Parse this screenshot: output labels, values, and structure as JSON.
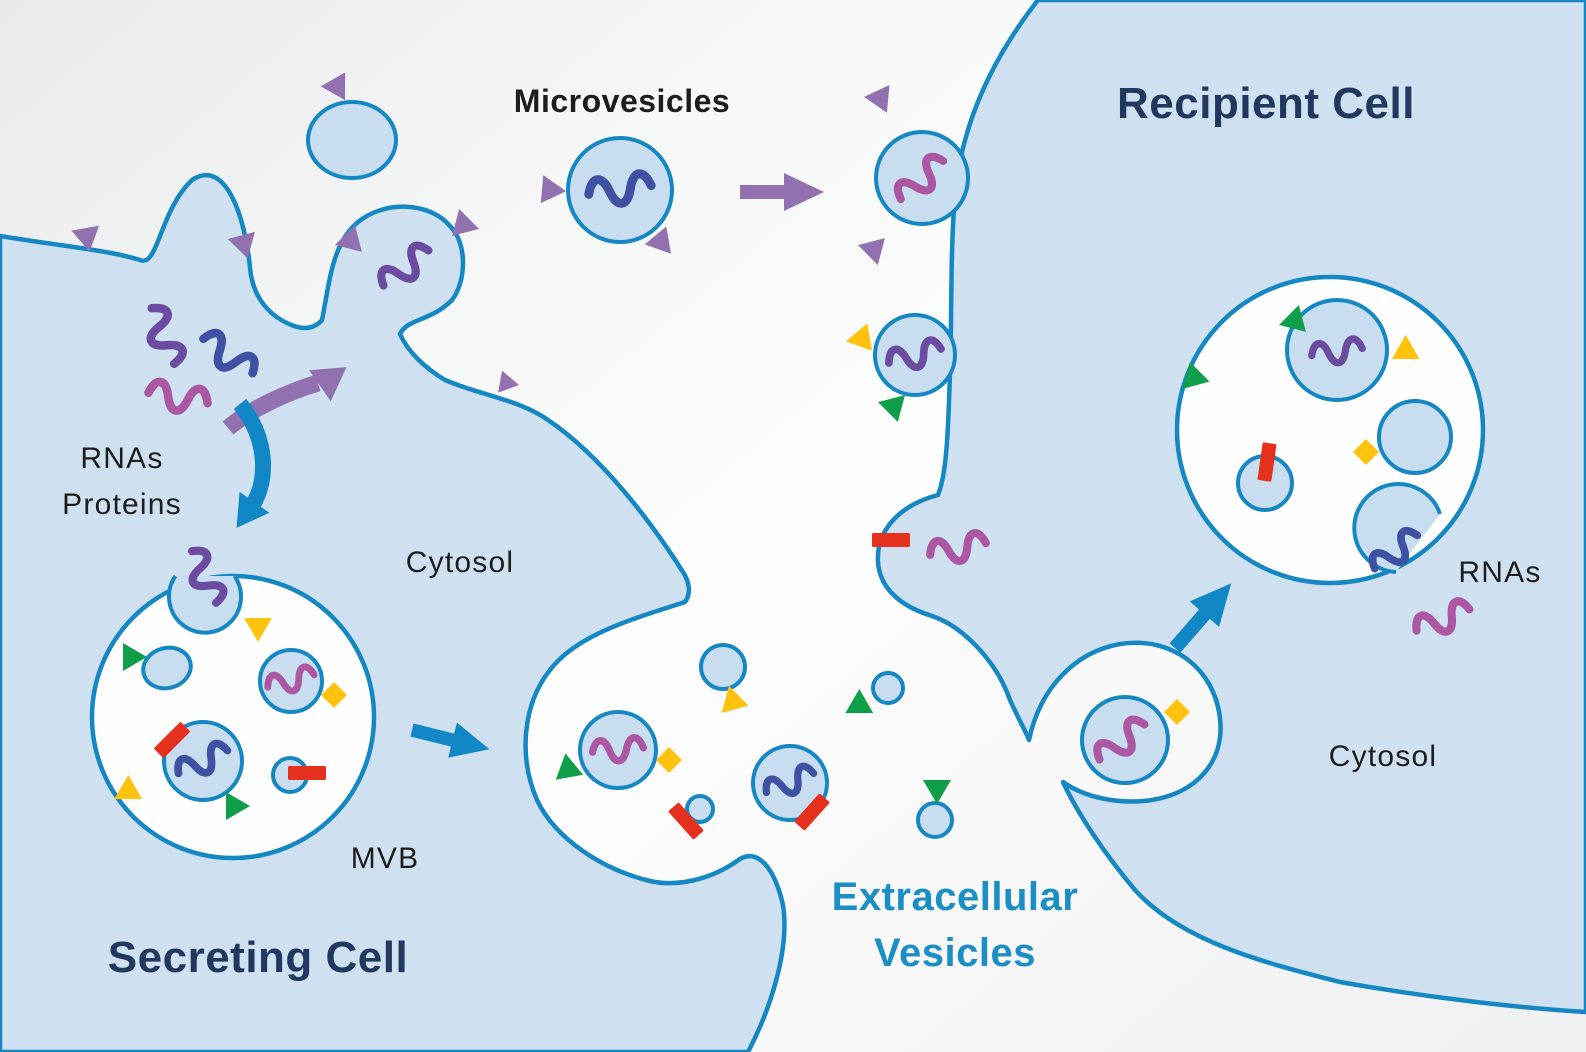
{
  "labels": {
    "microvesicles": "Microvesicles",
    "recipient_cell": "Recipient Cell",
    "secreting_cell": "Secreting Cell",
    "extracellular_line1": "Extracellular",
    "extracellular_line2": "Vesicles",
    "rnas": "RNAs",
    "proteins": "Proteins",
    "cytosol_left": "Cytosol",
    "cytosol_right": "Cytosol",
    "mvb": "MVB",
    "rnas_right": "RNAs"
  },
  "colors": {
    "membrane": "#1587c2",
    "cell_fill": "#cfe0f1",
    "vesicle_fill": "#c9ddf0",
    "organelle_fill": "#fefefe",
    "purple": "#9171af",
    "rna_blue": "#3e51a3",
    "rna_purple": "#6b4ca0",
    "rna_pink": "#ab57a2",
    "green": "#0f9f4b",
    "yellow": "#fec20f",
    "red": "#e5301d",
    "arrow_blue": "#1287c5",
    "title_navy": "#21395e",
    "ev_blue": "#1b8ec5",
    "label_black": "#1d1d1b"
  }
}
